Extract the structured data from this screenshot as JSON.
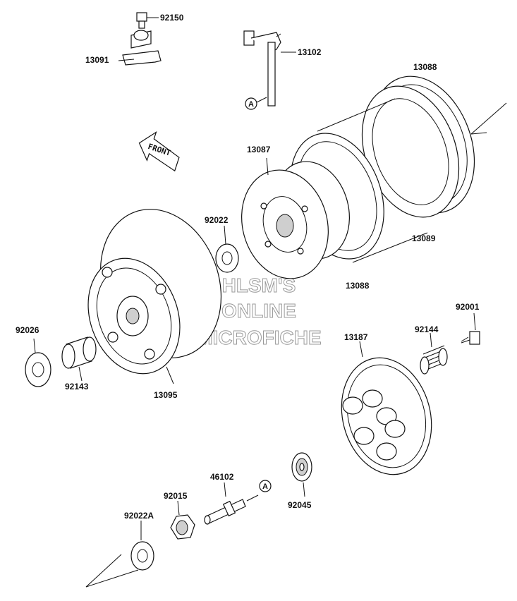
{
  "diagram": {
    "watermark_lines": [
      "HLSM'S",
      "ONLINE",
      "MICROFICHE"
    ],
    "front_label": "FRONT",
    "callout_letter": "A",
    "part_labels": {
      "p92150": "92150",
      "p13091": "13091",
      "p13102": "13102",
      "p13088_top": "13088",
      "p13087": "13087",
      "p92022": "92022",
      "p13089": "13089",
      "p13088_bottom": "13088",
      "p92001": "92001",
      "p92144": "92144",
      "p92026": "92026",
      "p92143": "92143",
      "p13095": "13095",
      "p13187": "13187",
      "p46102": "46102",
      "p92015": "92015",
      "p92045": "92045",
      "p92022A": "92022A"
    }
  }
}
